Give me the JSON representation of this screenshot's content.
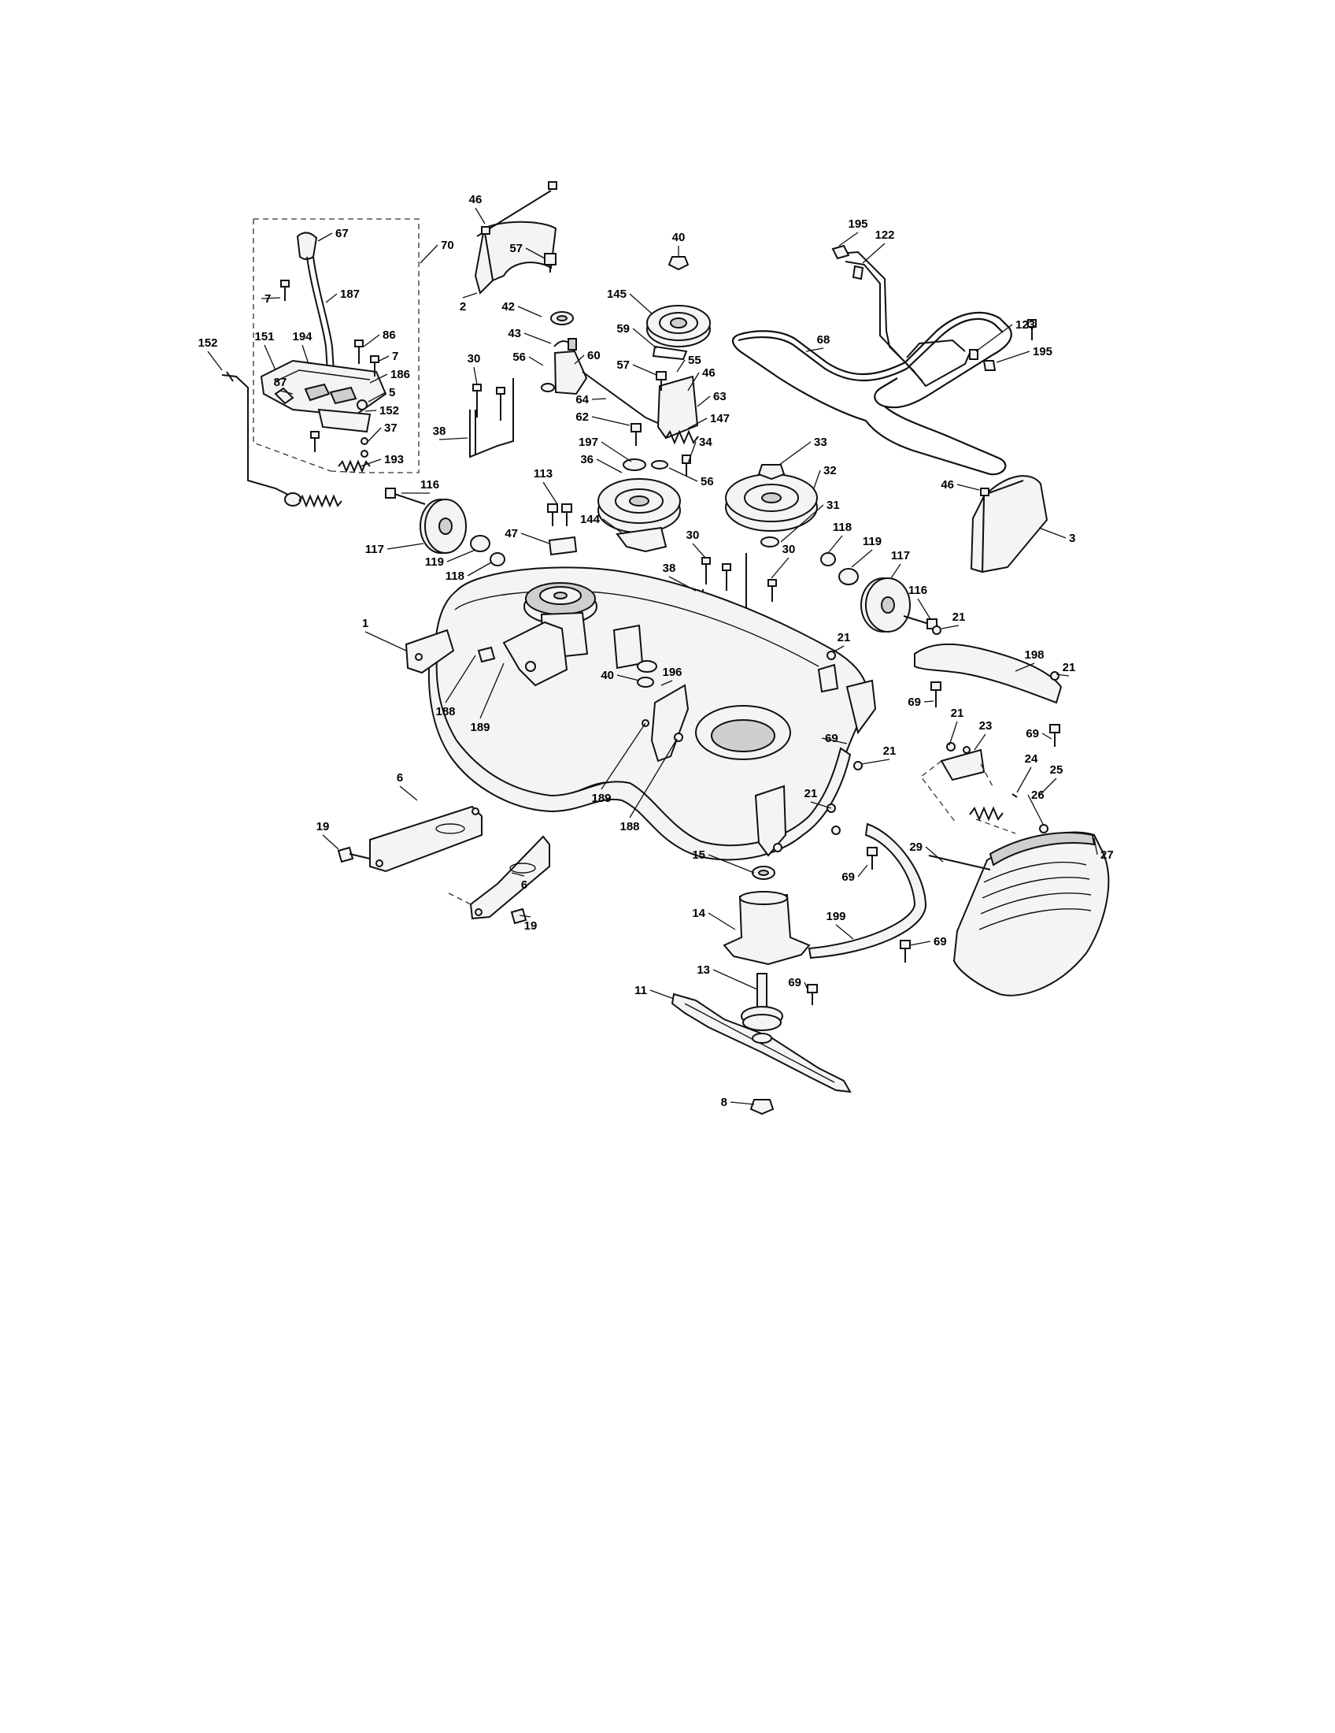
{
  "diagram": {
    "type": "exploded-parts-diagram",
    "callouts": [
      {
        "id": "c46a",
        "text": "46"
      },
      {
        "id": "c2",
        "text": "2"
      },
      {
        "id": "c67",
        "text": "67"
      },
      {
        "id": "c70",
        "text": "70"
      },
      {
        "id": "c187",
        "text": "187"
      },
      {
        "id": "c7a",
        "text": "7"
      },
      {
        "id": "c152a",
        "text": "152"
      },
      {
        "id": "c151",
        "text": "151"
      },
      {
        "id": "c194",
        "text": "194"
      },
      {
        "id": "c86",
        "text": "86"
      },
      {
        "id": "c7b",
        "text": "7"
      },
      {
        "id": "c87",
        "text": "87"
      },
      {
        "id": "c186",
        "text": "186"
      },
      {
        "id": "c5",
        "text": "5"
      },
      {
        "id": "c152b",
        "text": "152"
      },
      {
        "id": "c37",
        "text": "37"
      },
      {
        "id": "c193",
        "text": "193"
      },
      {
        "id": "c116a",
        "text": "116"
      },
      {
        "id": "c117a",
        "text": "117"
      },
      {
        "id": "c119a",
        "text": "119"
      },
      {
        "id": "c118a",
        "text": "118"
      },
      {
        "id": "c57a",
        "text": "57"
      },
      {
        "id": "c42",
        "text": "42"
      },
      {
        "id": "c43",
        "text": "43"
      },
      {
        "id": "c56a",
        "text": "56"
      },
      {
        "id": "c60",
        "text": "60"
      },
      {
        "id": "c30a",
        "text": "30"
      },
      {
        "id": "c38a",
        "text": "38"
      },
      {
        "id": "c40a",
        "text": "40"
      },
      {
        "id": "c145",
        "text": "145"
      },
      {
        "id": "c59",
        "text": "59"
      },
      {
        "id": "c57b",
        "text": "57"
      },
      {
        "id": "c55",
        "text": "55"
      },
      {
        "id": "c46b",
        "text": "46"
      },
      {
        "id": "c64",
        "text": "64"
      },
      {
        "id": "c63",
        "text": "63"
      },
      {
        "id": "c62",
        "text": "62"
      },
      {
        "id": "c147",
        "text": "147"
      },
      {
        "id": "c197",
        "text": "197"
      },
      {
        "id": "c34",
        "text": "34"
      },
      {
        "id": "c36",
        "text": "36"
      },
      {
        "id": "c56b",
        "text": "56"
      },
      {
        "id": "c113",
        "text": "113"
      },
      {
        "id": "c144",
        "text": "144"
      },
      {
        "id": "c47",
        "text": "47"
      },
      {
        "id": "c195a",
        "text": "195"
      },
      {
        "id": "c122",
        "text": "122"
      },
      {
        "id": "c68",
        "text": "68"
      },
      {
        "id": "c123",
        "text": "123"
      },
      {
        "id": "c195b",
        "text": "195"
      },
      {
        "id": "c33",
        "text": "33"
      },
      {
        "id": "c32",
        "text": "32"
      },
      {
        "id": "c31",
        "text": "31"
      },
      {
        "id": "c46c",
        "text": "46"
      },
      {
        "id": "c3",
        "text": "3"
      },
      {
        "id": "c30b",
        "text": "30"
      },
      {
        "id": "c38b",
        "text": "38"
      },
      {
        "id": "c30c",
        "text": "30"
      },
      {
        "id": "c118b",
        "text": "118"
      },
      {
        "id": "c119b",
        "text": "119"
      },
      {
        "id": "c117b",
        "text": "117"
      },
      {
        "id": "c116b",
        "text": "116"
      },
      {
        "id": "c1",
        "text": "1"
      },
      {
        "id": "c21a",
        "text": "21"
      },
      {
        "id": "c21b",
        "text": "21"
      },
      {
        "id": "c198",
        "text": "198"
      },
      {
        "id": "c21c",
        "text": "21"
      },
      {
        "id": "c69a",
        "text": "69"
      },
      {
        "id": "c69b",
        "text": "69"
      },
      {
        "id": "c40b",
        "text": "40"
      },
      {
        "id": "c196",
        "text": "196"
      },
      {
        "id": "c188a",
        "text": "188"
      },
      {
        "id": "c189a",
        "text": "189"
      },
      {
        "id": "c69c",
        "text": "69"
      },
      {
        "id": "c21d",
        "text": "21"
      },
      {
        "id": "c23",
        "text": "23"
      },
      {
        "id": "c21e",
        "text": "21"
      },
      {
        "id": "c24",
        "text": "24"
      },
      {
        "id": "c25",
        "text": "25"
      },
      {
        "id": "c21f",
        "text": "21"
      },
      {
        "id": "c189b",
        "text": "189"
      },
      {
        "id": "c188b",
        "text": "188"
      },
      {
        "id": "c26",
        "text": "26"
      },
      {
        "id": "c6a",
        "text": "6"
      },
      {
        "id": "c19a",
        "text": "19"
      },
      {
        "id": "c29",
        "text": "29"
      },
      {
        "id": "c27",
        "text": "27"
      },
      {
        "id": "c15",
        "text": "15"
      },
      {
        "id": "c69d",
        "text": "69"
      },
      {
        "id": "c6b",
        "text": "6"
      },
      {
        "id": "c19b",
        "text": "19"
      },
      {
        "id": "c14",
        "text": "14"
      },
      {
        "id": "c199",
        "text": "199"
      },
      {
        "id": "c69e",
        "text": "69"
      },
      {
        "id": "c13",
        "text": "13"
      },
      {
        "id": "c69f",
        "text": "69"
      },
      {
        "id": "c11",
        "text": "11"
      },
      {
        "id": "c8",
        "text": "8"
      }
    ]
  },
  "colors": {
    "line": "#111111",
    "fill": "#f4f4f4",
    "shade": "#cfcfcf",
    "background": "#ffffff"
  }
}
